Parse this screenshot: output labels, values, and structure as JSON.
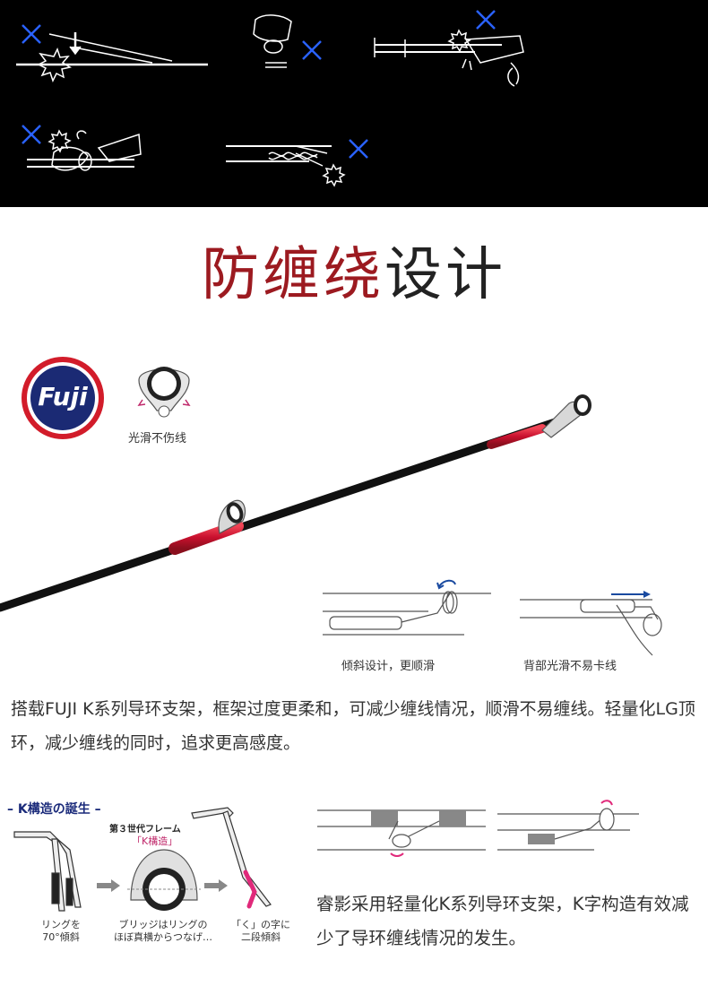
{
  "title": {
    "part1": "防缠绕",
    "part2": "设计"
  },
  "fuji_badge": {
    "text": "Fuji"
  },
  "guide_caption": "光滑不伤线",
  "diagram_captions": {
    "tilt": "倾斜设计，更顺滑",
    "back": "背部光滑不易卡线"
  },
  "paragraph1": "搭载FUJI K系列导环支架，框架过度更柔和，可减少缠线情况，顺滑不易缠线。轻量化LG顶环，减少缠线的同时，追求更高感度。",
  "k_structure": {
    "title": "– K構造の誕生 –",
    "frame_title": "第３世代フレーム",
    "frame_badge": "「K構造」",
    "step1": [
      "リングを",
      "70°傾斜"
    ],
    "step2": [
      "ブリッジはリングの",
      "ほぼ真横からつなげ…"
    ],
    "step3": [
      "「く」の字に",
      "二段傾斜"
    ]
  },
  "paragraph2": "睿影采用轻量化K系列导环支架，K字构造有效减少了导环缠线情况的发生。",
  "colors": {
    "accent_red": "#9c1a20",
    "x_blue": "#2a62ff",
    "fuji_red": "#d21c2a",
    "fuji_navy": "#1b2a74",
    "pink": "#c0296b"
  }
}
